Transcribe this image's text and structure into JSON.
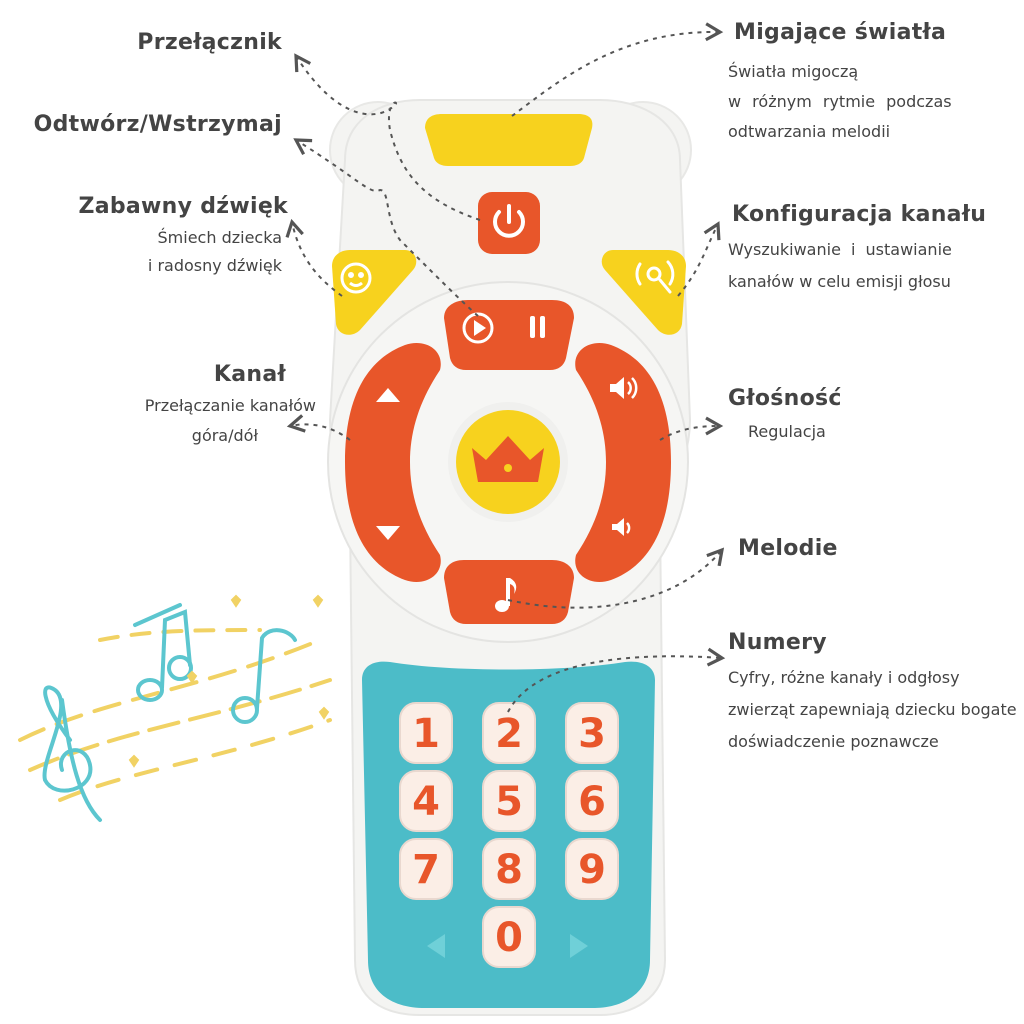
{
  "labels": {
    "switch": {
      "title": "Przełącznik"
    },
    "play_pause": {
      "title": "Odtwórz/Wstrzymaj"
    },
    "fun_sound": {
      "title": "Zabawny dźwięk",
      "desc_line1": "Śmiech dziecka",
      "desc_line2": "i radosny dźwięk"
    },
    "channel": {
      "title": "Kanał",
      "desc_line1": "Przełączanie kanałów",
      "desc_line2": "góra/dół"
    },
    "lights": {
      "title": "Migające światła",
      "desc_line1": "Światła migoczą",
      "desc_line2": "w różnym rytmie podczas",
      "desc_line3": "odtwarzania melodii"
    },
    "channel_config": {
      "title": "Konfiguracja kanału",
      "desc_line1": "Wyszukiwanie i ustawianie",
      "desc_line2": "kanałów w celu emisji głosu"
    },
    "volume": {
      "title": "Głośność",
      "desc_line1": "Regulacja"
    },
    "melodies": {
      "title": "Melodie"
    },
    "numbers": {
      "title": "Numery",
      "desc_line1": "Cyfry, różne kanały i odgłosy",
      "desc_line2": "zwierząt zapewniają dziecku bogate",
      "desc_line3": "doświadczenie poznawcze"
    }
  },
  "keypad": [
    "1",
    "2",
    "3",
    "4",
    "5",
    "6",
    "7",
    "8",
    "9",
    "0"
  ],
  "colors": {
    "body": "#f4f4f2",
    "orange": "#e8562a",
    "yellow": "#f7d21e",
    "teal": "#4cbcc8",
    "key_face": "#fbeee6",
    "notes_teal": "#5cc6cf",
    "notes_yellow": "#f1d264"
  },
  "icons": [
    "power-icon",
    "play-icon",
    "pause-icon",
    "baby-face-icon",
    "radar-icon",
    "arrow-up-icon",
    "arrow-down-icon",
    "volume-up-icon",
    "volume-down-icon",
    "crown-icon",
    "music-note-icon"
  ]
}
